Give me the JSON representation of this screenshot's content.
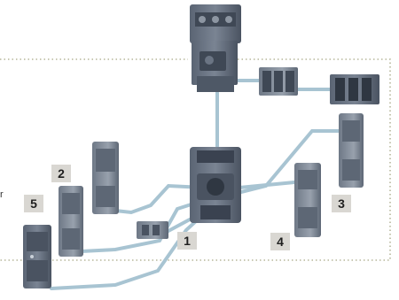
{
  "labels": {
    "b1": "1",
    "b2": "2",
    "b3": "3",
    "b4": "4",
    "b5": "5"
  },
  "edge_text": "r",
  "colors": {
    "device_dark": "#4e5866",
    "device_mid": "#6b7584",
    "device_light": "#8c95a3",
    "connector": "#a8c4d2",
    "dotted_frame": "#b6b69a",
    "badge_bg": "#d9d7d2"
  }
}
